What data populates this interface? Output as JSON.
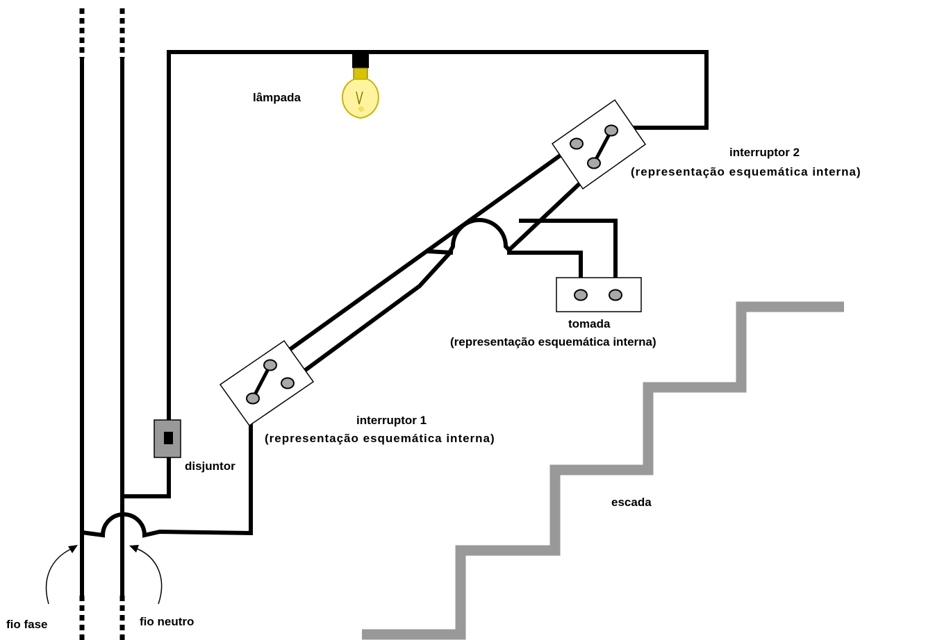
{
  "labels": {
    "lamp": "lâmpada",
    "switch2_title": "interruptor 2",
    "switch2_sub": "(representação esquemática interna)",
    "socket_title": "tomada",
    "socket_sub": "(representação esquemática interna)",
    "switch1_title": "interruptor 1",
    "switch1_sub": "(representação esquemática interna)",
    "breaker": "disjuntor",
    "stairs": "escada",
    "phase_wire": "fio fase",
    "neutral_wire": "fio neutro"
  },
  "colors": {
    "wire": "#000000",
    "stairs": "#999999",
    "terminal": "#a8a8a8",
    "bulb_glass": "#fff3a0",
    "breaker_body": "#999999"
  }
}
